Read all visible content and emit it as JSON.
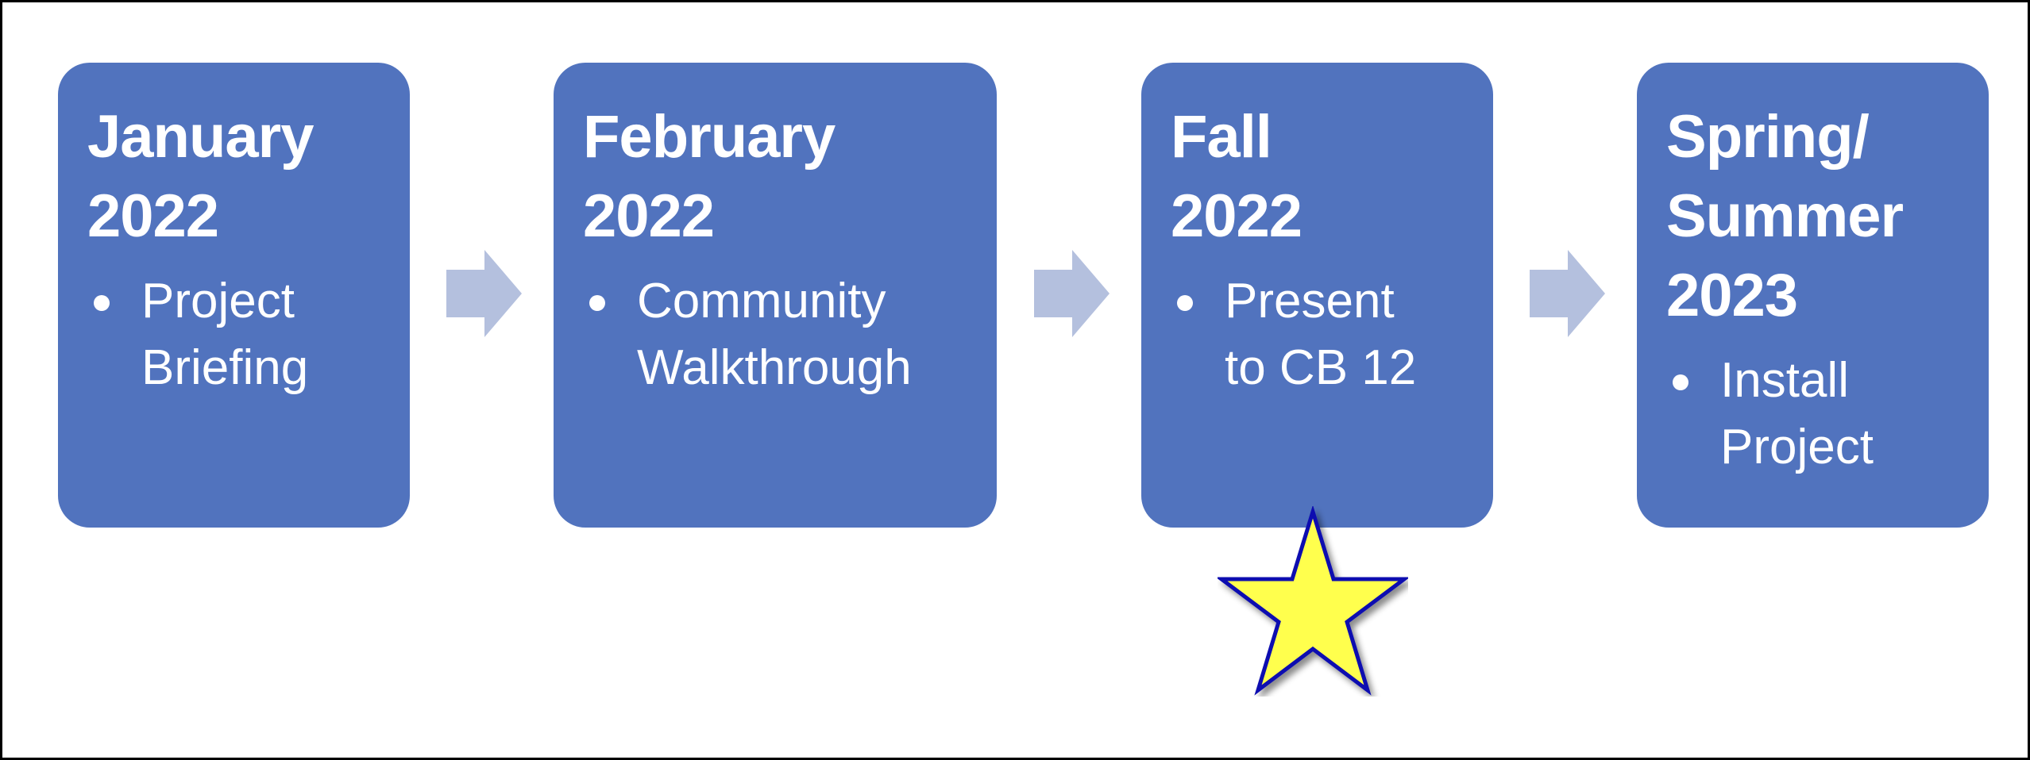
{
  "colors": {
    "card_fill": "#5173BE",
    "card_text": "#FFFFFF",
    "arrow_fill": "#B4C0DE",
    "star_fill": "#FFFF4D",
    "star_stroke": "#1010B0",
    "frame_border": "#000000"
  },
  "stages": [
    {
      "title": "January\n2022",
      "items": [
        "Project\nBriefing"
      ]
    },
    {
      "title": "February\n2022",
      "items": [
        "Community\nWalkthrough"
      ]
    },
    {
      "title": "Fall\n2022",
      "items": [
        "Present\nto CB 12"
      ]
    },
    {
      "title": "Spring/\nSummer\n2023",
      "items": [
        "Install\nProject"
      ]
    }
  ],
  "connectors": [
    "right-arrow-icon",
    "right-arrow-icon",
    "right-arrow-icon"
  ],
  "highlight": {
    "icon": "star-icon",
    "stage_index": 2
  }
}
